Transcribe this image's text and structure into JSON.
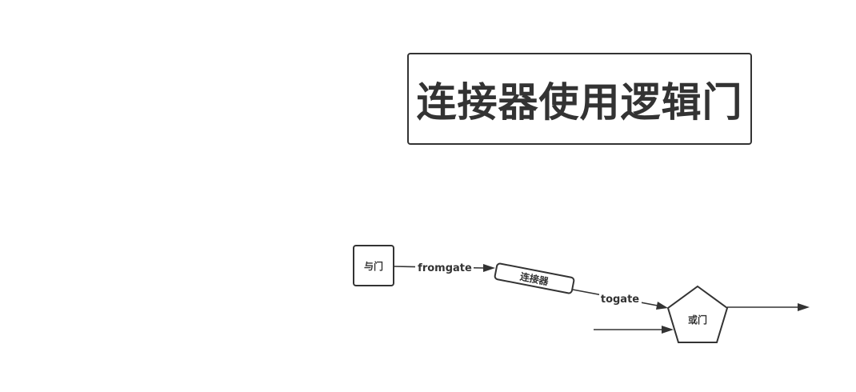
{
  "title": "连接器使用逻辑门",
  "nodes": {
    "and_gate": "与门",
    "connector": "连接器",
    "or_gate": "或门"
  },
  "edges": {
    "from_gate": "fromgate",
    "to_gate": "togate"
  },
  "colors": {
    "stroke": "#333333",
    "background": "#ffffff"
  }
}
